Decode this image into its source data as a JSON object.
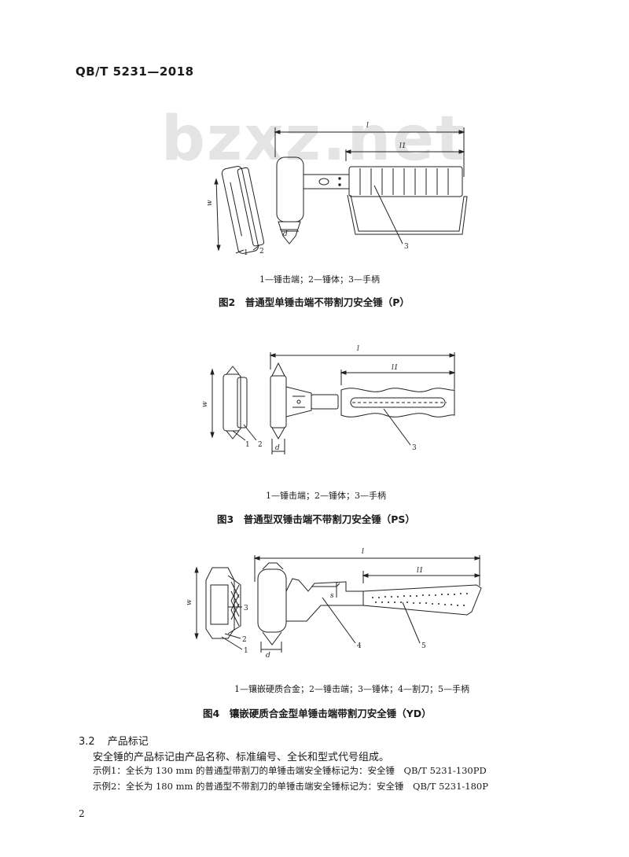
{
  "header": {
    "standard_code": "QB/T 5231—2018"
  },
  "watermark": "bzxz.net",
  "figures": [
    {
      "id": "fig2",
      "legend": "1—锤击端；2—锤体；3—手柄",
      "title": "图2　普通型单锤击端不带割刀安全锤（P）",
      "dims": {
        "l": "l",
        "l1": "l1",
        "w": "w",
        "d": "d"
      },
      "callouts": [
        "1",
        "2",
        "3"
      ]
    },
    {
      "id": "fig3",
      "legend": "1—锤击端；2—锤体；3—手柄",
      "title": "图3　普通型双锤击端不带割刀安全锤（PS）",
      "dims": {
        "l": "l",
        "l1": "l1",
        "w": "w",
        "d": "d"
      },
      "callouts": [
        "1",
        "2",
        "3"
      ]
    },
    {
      "id": "fig4",
      "legend": "1—镶嵌硬质合金；2—锤击端；3—锤体；4—割刀；5—手柄",
      "title": "图4　镶嵌硬质合金型单锤击端带割刀安全锤（YD）",
      "dims": {
        "l": "l",
        "l1": "l1",
        "w": "w",
        "d": "d",
        "s": "s"
      },
      "callouts": [
        "1",
        "2",
        "3",
        "4",
        "5"
      ]
    }
  ],
  "section": {
    "number": "3.2",
    "title": "产品标记",
    "paragraph": "安全锤的产品标记由产品名称、标准编号、全长和型式代号组成。",
    "examples": [
      "示例1：全长为 130 mm 的普通型带割刀的单锤击端安全锤标记为：安全锤　QB/T 5231-130PD",
      "示例2：全长为 180 mm 的普通型不带割刀的单锤击端安全锤标记为：安全锤　QB/T 5231-180P"
    ]
  },
  "page_number": "2"
}
